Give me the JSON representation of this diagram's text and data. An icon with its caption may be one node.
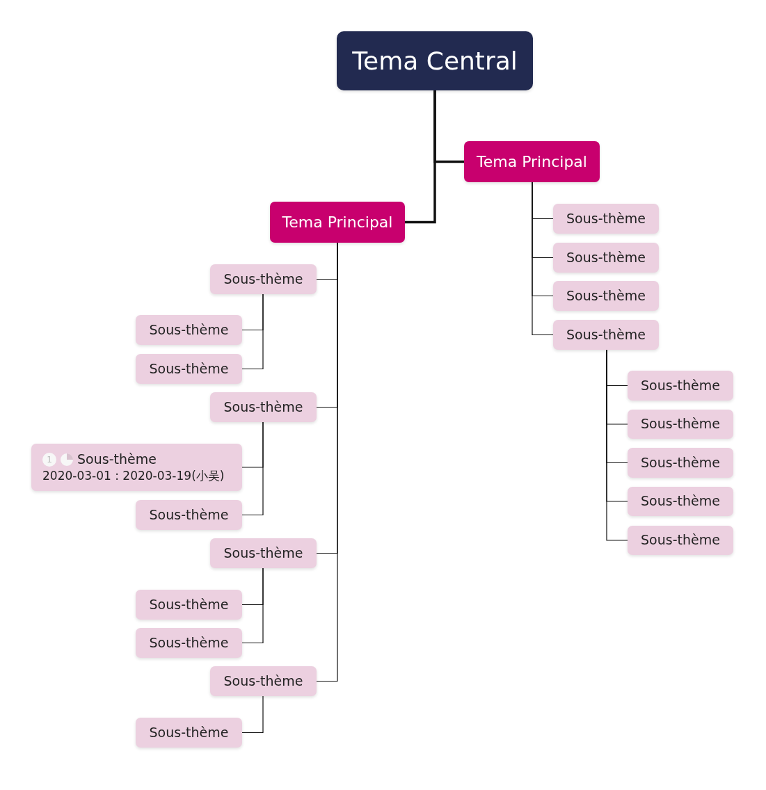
{
  "diagram": {
    "nodes": [
      {
        "text": [
          "Tema Central"
        ]
      },
      {
        "text": [
          "Tema Principal"
        ]
      },
      {
        "text": [
          "Tema Principal"
        ]
      },
      {
        "text": [
          "Sous-thème"
        ]
      },
      {
        "text": [
          "Sous-thème"
        ]
      },
      {
        "text": [
          "Sous-thème"
        ]
      },
      {
        "text": [
          "Sous-thème"
        ]
      },
      {
        "text": [
          "Sous-thème"
        ]
      },
      {
        "text": [
          "Sous-thème"
        ]
      },
      {
        "text": [
          "Sous-thème"
        ]
      },
      {
        "text": [
          "Sous-thème"
        ]
      },
      {
        "text": [
          "Sous-thème"
        ]
      },
      {
        "text": [
          "Sous-thème"
        ]
      },
      {
        "text": [
          "Sous-thème"
        ]
      },
      {
        "text": [
          "Sous-thème"
        ]
      },
      {
        "text": [
          "Sous-thème"
        ]
      },
      {
        "text": [
          "Sous-thème",
          "2020-03-01 : 2020-03-19(小吴)"
        ]
      },
      {
        "text": [
          "Sous-thème"
        ]
      },
      {
        "text": [
          "Sous-thème"
        ]
      },
      {
        "text": [
          "Sous-thème"
        ]
      },
      {
        "text": [
          "Sous-thème"
        ]
      },
      {
        "text": [
          "Sous-thème"
        ]
      },
      {
        "text": [
          "Sous-thème"
        ]
      }
    ],
    "edges": [
      {
        "from": 0,
        "to": 1,
        "arrow": "none",
        "style": "thick"
      },
      {
        "from": 0,
        "to": 2,
        "arrow": "none",
        "style": "thick"
      },
      {
        "from": 1,
        "to": 3,
        "arrow": "none"
      },
      {
        "from": 1,
        "to": 4,
        "arrow": "none"
      },
      {
        "from": 1,
        "to": 5,
        "arrow": "none"
      },
      {
        "from": 1,
        "to": 6,
        "arrow": "none"
      },
      {
        "from": 6,
        "to": 7,
        "arrow": "none"
      },
      {
        "from": 6,
        "to": 8,
        "arrow": "none"
      },
      {
        "from": 6,
        "to": 9,
        "arrow": "none"
      },
      {
        "from": 6,
        "to": 10,
        "arrow": "none"
      },
      {
        "from": 6,
        "to": 11,
        "arrow": "none"
      },
      {
        "from": 2,
        "to": 12,
        "arrow": "none"
      },
      {
        "from": 12,
        "to": 13,
        "arrow": "none"
      },
      {
        "from": 12,
        "to": 14,
        "arrow": "none"
      },
      {
        "from": 2,
        "to": 15,
        "arrow": "none"
      },
      {
        "from": 15,
        "to": 16,
        "arrow": "none"
      },
      {
        "from": 15,
        "to": 17,
        "arrow": "none"
      },
      {
        "from": 2,
        "to": 18,
        "arrow": "none"
      },
      {
        "from": 18,
        "to": 19,
        "arrow": "none"
      },
      {
        "from": 18,
        "to": 20,
        "arrow": "none"
      },
      {
        "from": 2,
        "to": 21,
        "arrow": "none"
      },
      {
        "from": 21,
        "to": 22,
        "arrow": "none"
      }
    ],
    "labels": [
      "1"
    ]
  }
}
